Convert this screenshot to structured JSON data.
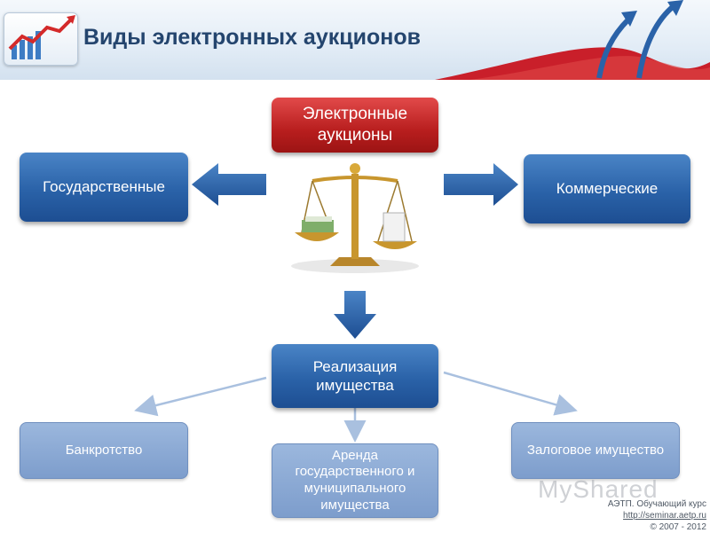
{
  "header": {
    "title": "Виды электронных аукционов"
  },
  "nodes": {
    "root": "Электронные аукционы",
    "state": "Государственные",
    "commercial": "Коммерческие",
    "property_sale": "Реализация имущества",
    "bankruptcy": "Банкротство",
    "lease": "Аренда государственного и муниципального имущества",
    "pledged": "Залоговое имущество"
  },
  "watermark": "MyShared",
  "footer": {
    "line1": "АЭТП. Обучающий курс",
    "link": "http://seminar.aetp.ru",
    "copyright": "© 2007 - 2012"
  },
  "colors": {
    "header_title": "#24456e",
    "red_box": "#b81e1e",
    "blue_box": "#2a62a8",
    "light_box": "#7d9dcc",
    "arrow": "#2a62a8"
  },
  "icons": [
    "chart-logo-icon",
    "scales-icon",
    "swoosh-arrow-icon"
  ]
}
